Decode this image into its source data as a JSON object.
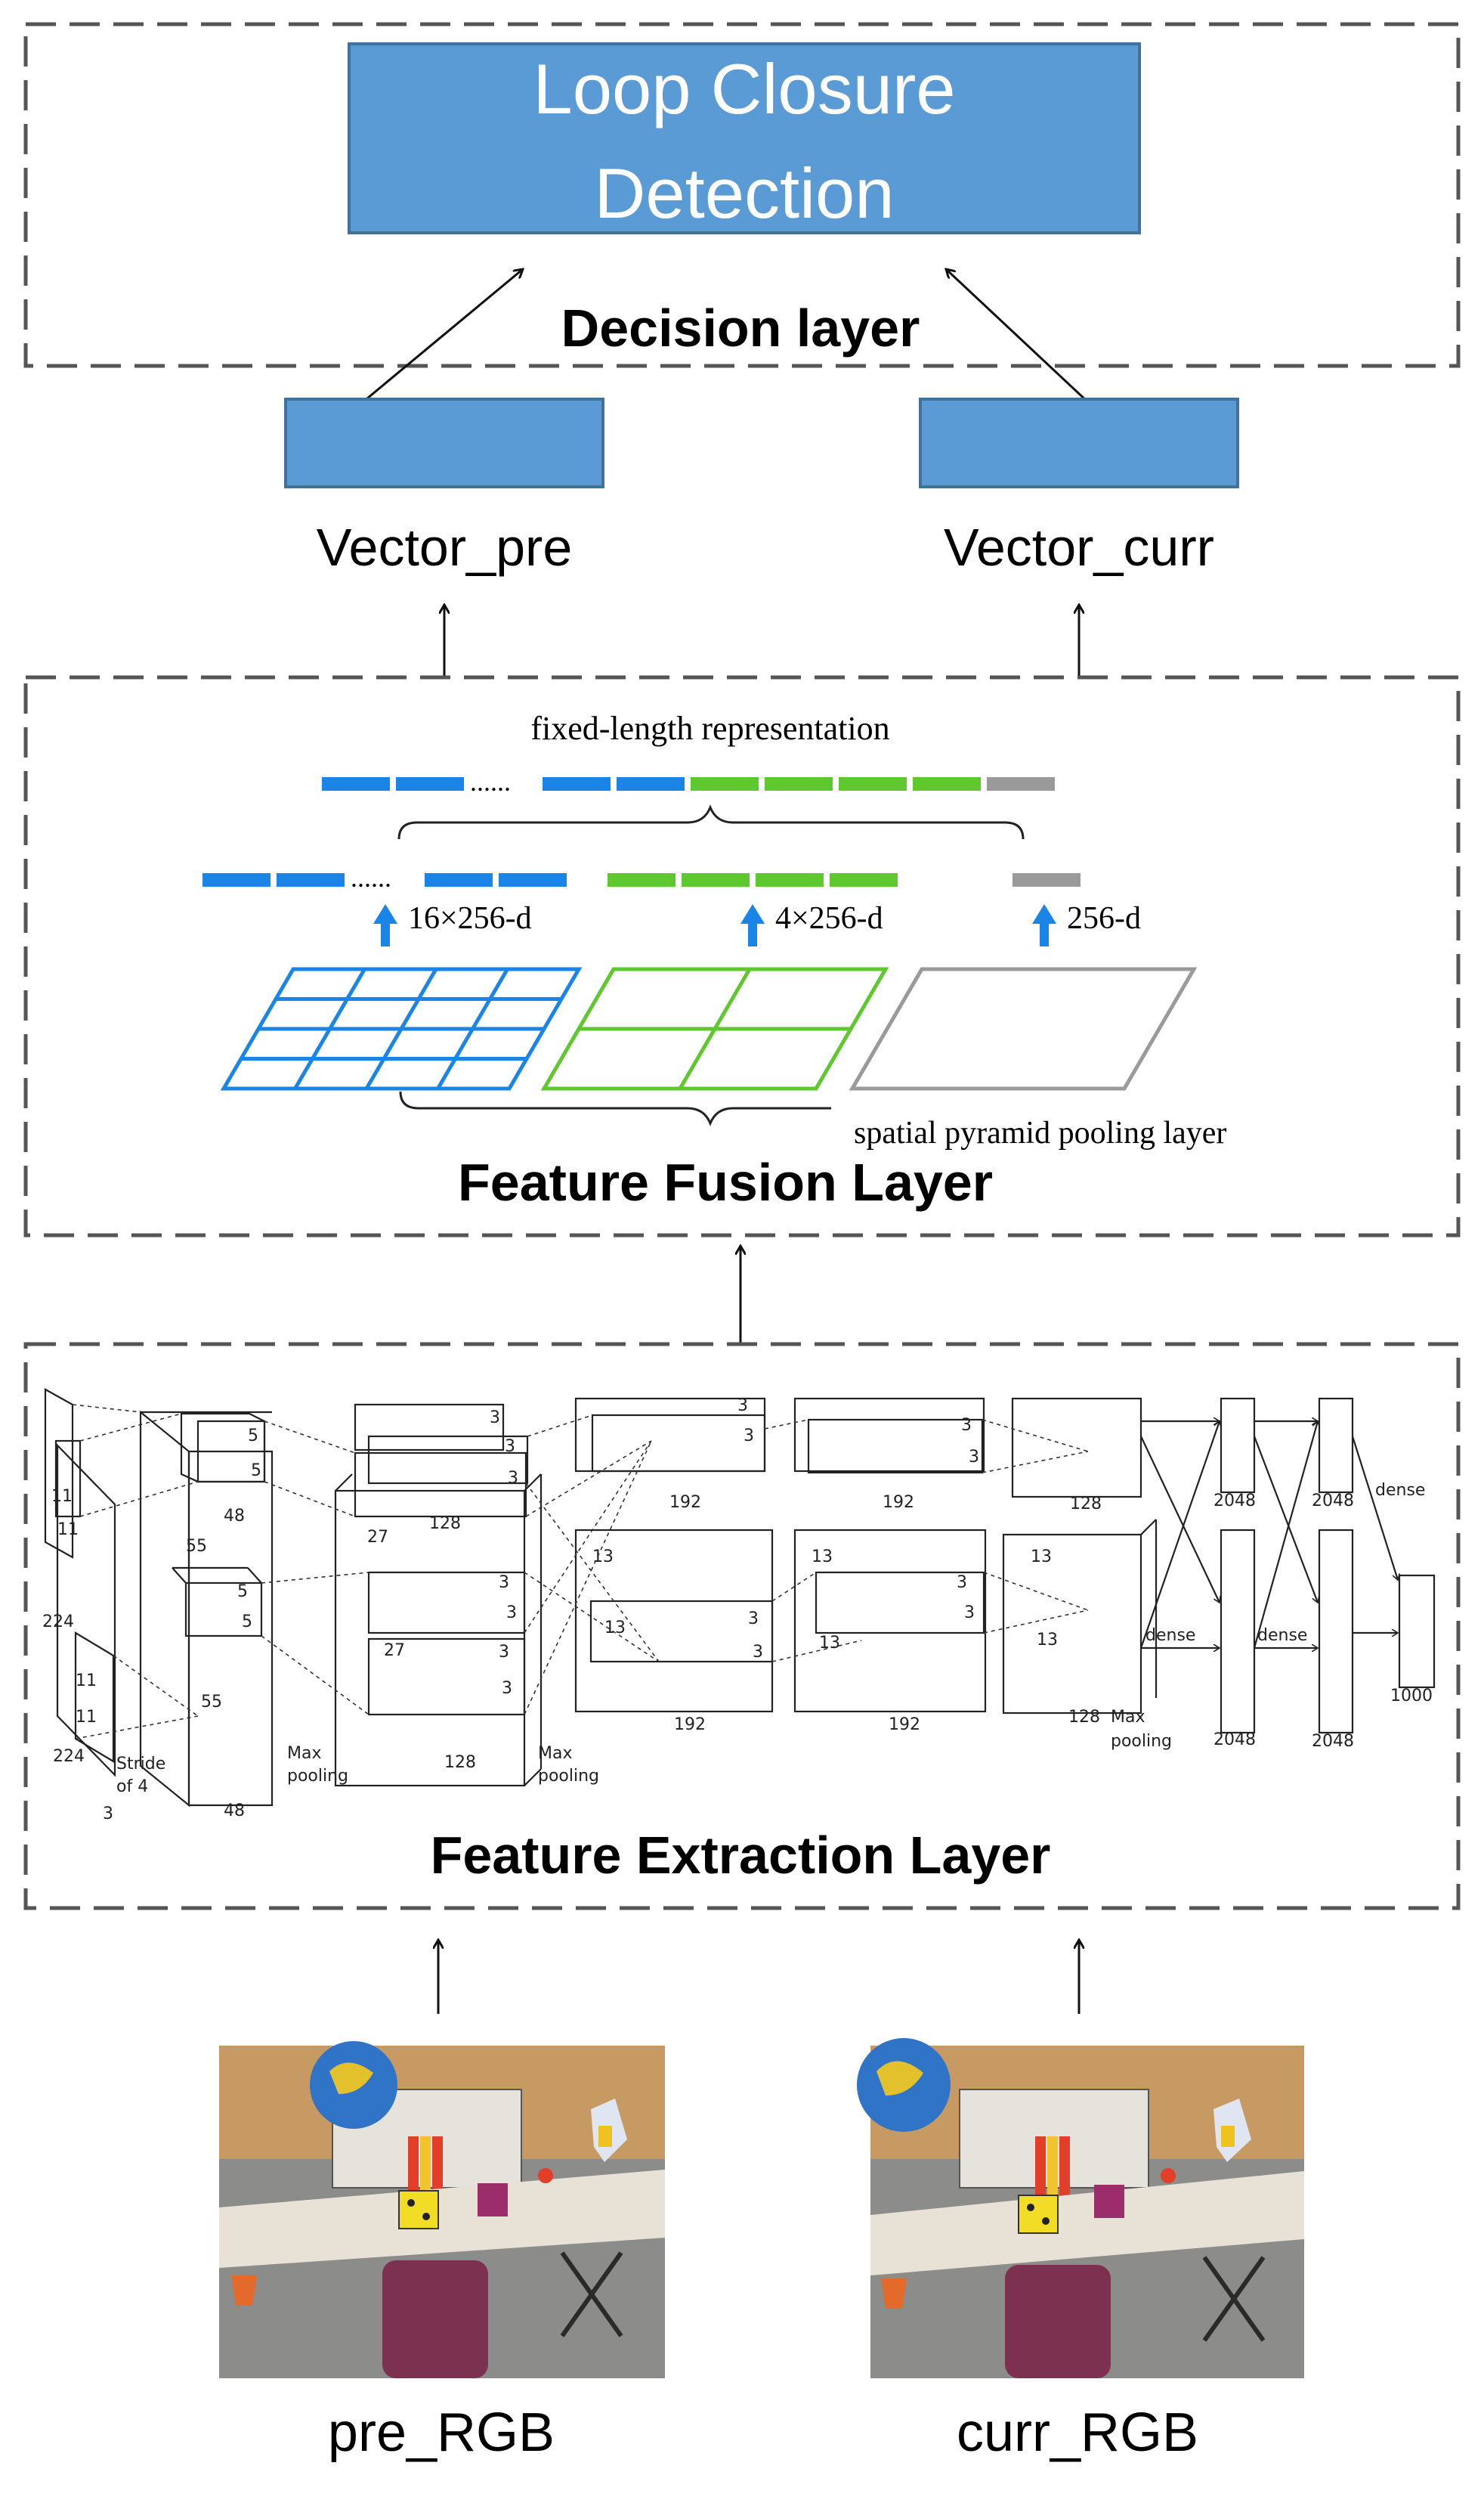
{
  "decision": {
    "box_title": "Loop Closure Detection",
    "layer_label": "Decision layer",
    "vector_pre_label": "Vector_pre",
    "vector_curr_label": "Vector_curr"
  },
  "fusion": {
    "layer_label": "Feature Fusion Layer",
    "representation_label": "fixed-length representation",
    "dots": "......",
    "dims": [
      "16×256-d",
      "4×256-d",
      "256-d"
    ],
    "pooling_label": "spatial pyramid pooling layer"
  },
  "extraction": {
    "layer_label": "Feature Extraction Layer",
    "labels": {
      "n224": "224",
      "n11": "11",
      "n3": "3",
      "n5": "5",
      "n55": "55",
      "n48": "48",
      "n27": "27",
      "n128": "128",
      "n13": "13",
      "n192": "192",
      "n2048": "2048",
      "n1000": "1000",
      "stride": "Stride",
      "of4": "of 4",
      "max": "Max",
      "pooling": "pooling",
      "dense": "dense"
    }
  },
  "inputs": {
    "pre_label": "pre_RGB",
    "curr_label": "curr_RGB"
  },
  "colors": {
    "box_blue": "#5b9bd5",
    "box_blue_border": "#41719c",
    "spp_blue": "#1a85e6",
    "spp_green": "#5ec82e",
    "spp_gray": "#9a9a9a",
    "dashed_border": "#555555"
  }
}
